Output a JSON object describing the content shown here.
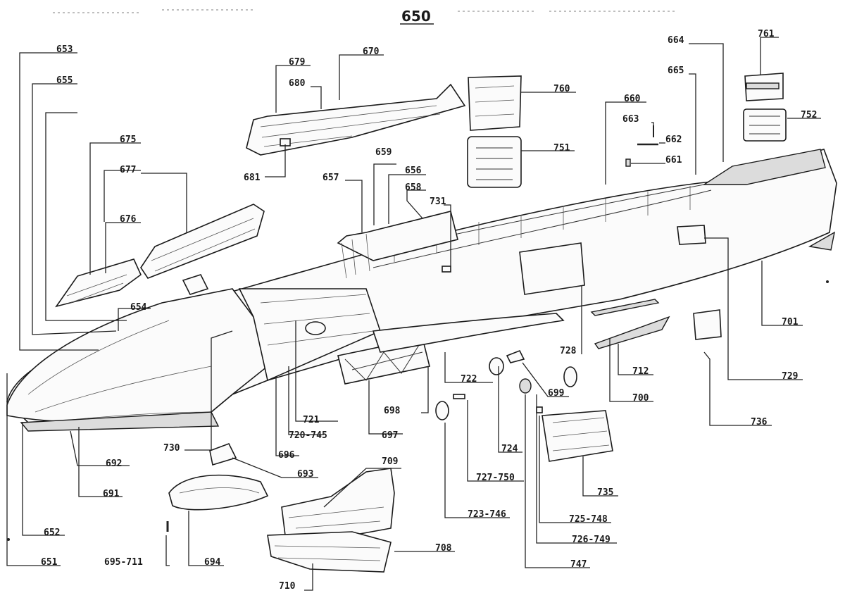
{
  "diagram": {
    "title": "650",
    "parts": {
      "p651": "651",
      "p652": "652",
      "p653": "653",
      "p654": "654",
      "p655": "655",
      "p656": "656",
      "p657": "657",
      "p658": "658",
      "p659": "659",
      "p660": "660",
      "p661": "661",
      "p662": "662",
      "p663": "663",
      "p664": "664",
      "p665": "665",
      "p670": "670",
      "p675": "675",
      "p676": "676",
      "p677": "677",
      "p679": "679",
      "p680": "680",
      "p681": "681",
      "p691": "691",
      "p692": "692",
      "p693": "693",
      "p694": "694",
      "p695_711": "695-711",
      "p696": "696",
      "p697": "697",
      "p698": "698",
      "p699": "699",
      "p700": "700",
      "p701": "701",
      "p708": "708",
      "p709": "709",
      "p710": "710",
      "p712": "712",
      "p720_745": "720-745",
      "p721": "721",
      "p722": "722",
      "p723_746": "723-746",
      "p724": "724",
      "p725_748": "725-748",
      "p726_749": "726-749",
      "p727_750": "727-750",
      "p728": "728",
      "p729": "729",
      "p730": "730",
      "p731": "731",
      "p735": "735",
      "p736": "736",
      "p747": "747",
      "p751": "751",
      "p752": "752",
      "p760": "760",
      "p761": "761"
    }
  }
}
